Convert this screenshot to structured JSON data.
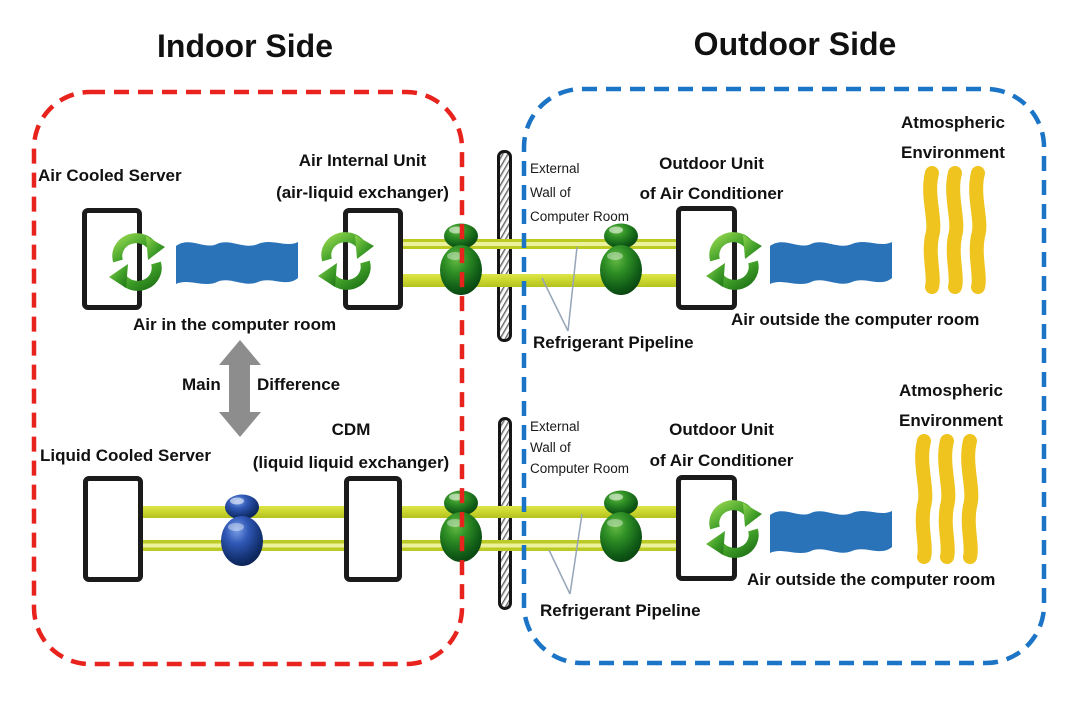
{
  "titles": {
    "indoor": "Indoor Side",
    "outdoor": "Outdoor Side"
  },
  "labels": {
    "air_cooled_server": "Air Cooled Server",
    "air_internal_unit_1": "Air Internal Unit",
    "air_internal_unit_2": "(air-liquid exchanger)",
    "air_in_room": "Air in the computer room",
    "main": "Main",
    "difference": "Difference",
    "liquid_cooled_server": "Liquid Cooled Server",
    "cdm_1": "CDM",
    "cdm_2": "(liquid liquid exchanger)",
    "external_wall_1": "External",
    "external_wall_2": "Wall of",
    "external_wall_3": "Computer Room",
    "refrigerant_pipeline": "Refrigerant Pipeline",
    "outdoor_unit_1": "Outdoor Unit",
    "outdoor_unit_2": "of Air Conditioner",
    "atmospheric_1": "Atmospheric",
    "atmospheric_2": "Environment",
    "air_outside": "Air outside the computer room"
  },
  "colors": {
    "indoor_boundary": "#e8221c",
    "outdoor_boundary": "#1b74c5",
    "pipe": "#ccd72f",
    "air_flow": "#2a73b9",
    "atmosphere": "#f0c41e",
    "pump_green": "#2c8a24",
    "pump_blue": "#2456b0",
    "recycle_green": "#3fa32a",
    "arrow_gray": "#8d8d8d",
    "ink": "#111111"
  }
}
